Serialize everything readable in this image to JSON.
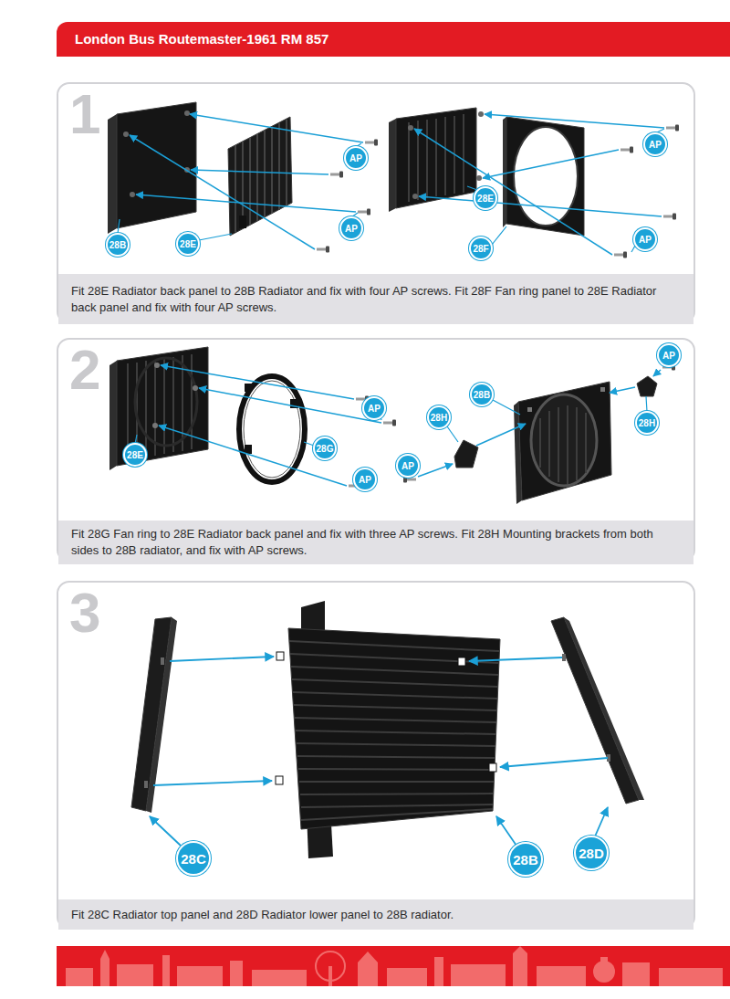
{
  "diagram": {
    "title": "London Bus Routemaster-1961 RM 857",
    "nodes": [
      {
        "text": [
          "1",
          "Fit 28E Radiator back panel to 28B Radiator and fix with four AP screws. Fit 28F Fan ring panel to 28E Radiator back panel and fix with four AP screws."
        ]
      },
      {
        "text": [
          "28B"
        ],
        "in": 0
      },
      {
        "text": [
          "28E"
        ],
        "in": 0
      },
      {
        "text": [
          "AP"
        ],
        "in": 0
      },
      {
        "text": [
          "AP"
        ],
        "in": 0
      },
      {
        "text": [
          "28E"
        ],
        "in": 0
      },
      {
        "text": [
          "28F"
        ],
        "in": 0
      },
      {
        "text": [
          "AP"
        ],
        "in": 0
      },
      {
        "text": [
          "AP"
        ],
        "in": 0
      },
      {
        "text": [
          "2",
          "Fit 28G Fan ring to 28E Radiator back panel and fix with three AP screws. Fit 28H Mounting brackets from both sides to 28B radiator, and fix with AP screws."
        ]
      },
      {
        "text": [
          "28E"
        ],
        "in": 9
      },
      {
        "text": [
          "AP"
        ],
        "in": 9
      },
      {
        "text": [
          "28G"
        ],
        "in": 9
      },
      {
        "text": [
          "AP"
        ],
        "in": 9
      },
      {
        "text": [
          "28B"
        ],
        "in": 9
      },
      {
        "text": [
          "28H"
        ],
        "in": 9
      },
      {
        "text": [
          "AP"
        ],
        "in": 9
      },
      {
        "text": [
          "28H"
        ],
        "in": 9
      },
      {
        "text": [
          "AP"
        ],
        "in": 9
      },
      {
        "text": [
          "3",
          "Fit 28C Radiator top panel and 28D Radiator lower panel to 28B radiator."
        ]
      },
      {
        "text": [
          "28C"
        ],
        "in": 19
      },
      {
        "text": [
          "28B"
        ],
        "in": 19
      },
      {
        "text": [
          "28D"
        ],
        "in": 19
      }
    ]
  }
}
